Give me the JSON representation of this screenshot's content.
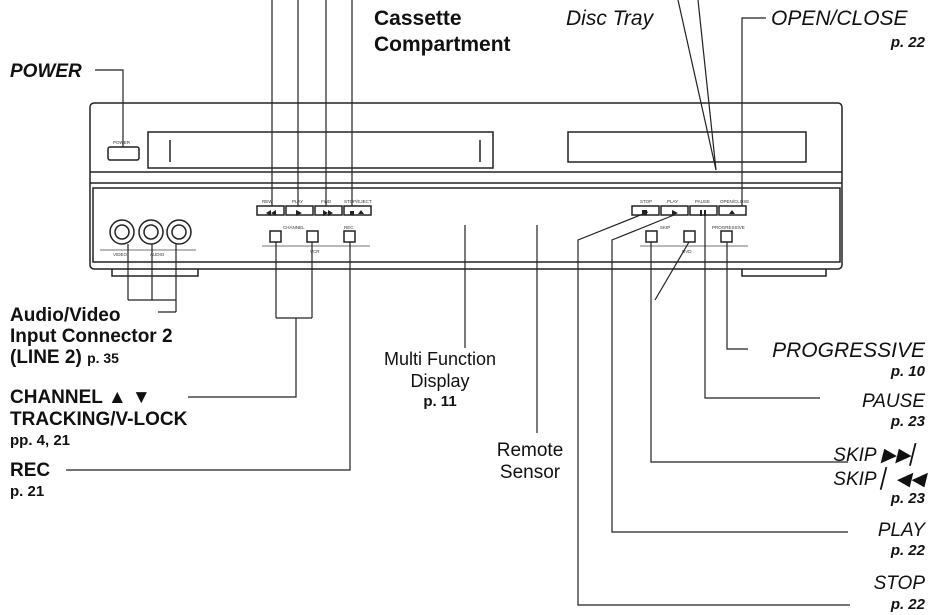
{
  "labels": {
    "cassette_line1": "Cassette",
    "cassette_line2": "Compartment",
    "disc_tray": "Disc Tray",
    "open_close": "OPEN/CLOSE",
    "open_close_page": "p. 22",
    "power": "POWER",
    "av_line1": "Audio/Video",
    "av_line2": "Input Connector 2",
    "av_line3": "(LINE 2)",
    "av_page": "p. 35",
    "channel": "CHANNEL ▲ ▼",
    "tracking": "TRACKING/V-LOCK",
    "tracking_page": "pp. 4, 21",
    "rec": "REC",
    "rec_page": "p. 21",
    "mfd_line1": "Multi Function",
    "mfd_line2": "Display",
    "mfd_page": "p. 11",
    "remote_line1": "Remote",
    "remote_line2": "Sensor",
    "progressive": "PROGRESSIVE",
    "progressive_page": "p. 10",
    "pause": "PAUSE",
    "pause_page": "p. 23",
    "skip_fwd": "SKIP ▶▶▏",
    "skip_back": "SKIP ▏◀◀",
    "skip_page": "p. 23",
    "play": "PLAY",
    "play_page": "p. 22",
    "stop": "STOP",
    "stop_page": "p. 22"
  },
  "panel_text": {
    "power_small": "POWER",
    "rewind": "REW",
    "ffwd": "FWD",
    "play_vcr": "PLAY",
    "stop_eject": "STOP/EJECT",
    "channel_small": "CHANNEL",
    "rec_small": "REC",
    "vcr_small": "VCR",
    "stop_dvd": "STOP",
    "play_dvd": "PLAY",
    "pause_dvd": "PAUSE",
    "openclose_dvd": "OPEN/CLOSE",
    "skip_small": "SKIP",
    "progressive_small": "PROGRESSIVE",
    "dvd_small": "DVD",
    "video_small": "VIDEO",
    "audio_small": "AUDIO"
  }
}
